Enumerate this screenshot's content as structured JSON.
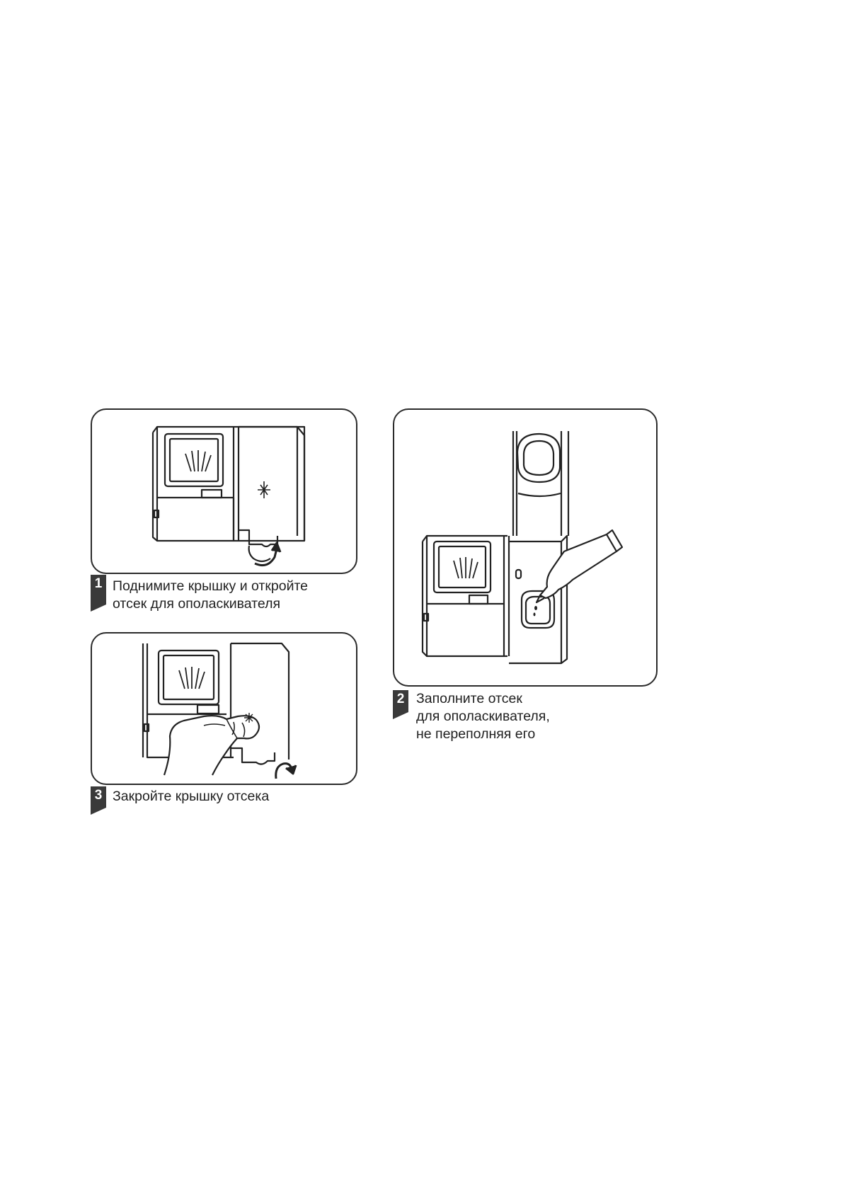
{
  "steps": [
    {
      "number": "1",
      "caption_lines": [
        "Поднимите крышку и откройте",
        "отсек для ополаскивателя"
      ]
    },
    {
      "number": "2",
      "caption_lines": [
        "Заполните отсек",
        "для ополаскивателя,",
        "не переполняя его"
      ]
    },
    {
      "number": "3",
      "caption_lines": [
        "Закройте крышку отсека"
      ]
    }
  ]
}
